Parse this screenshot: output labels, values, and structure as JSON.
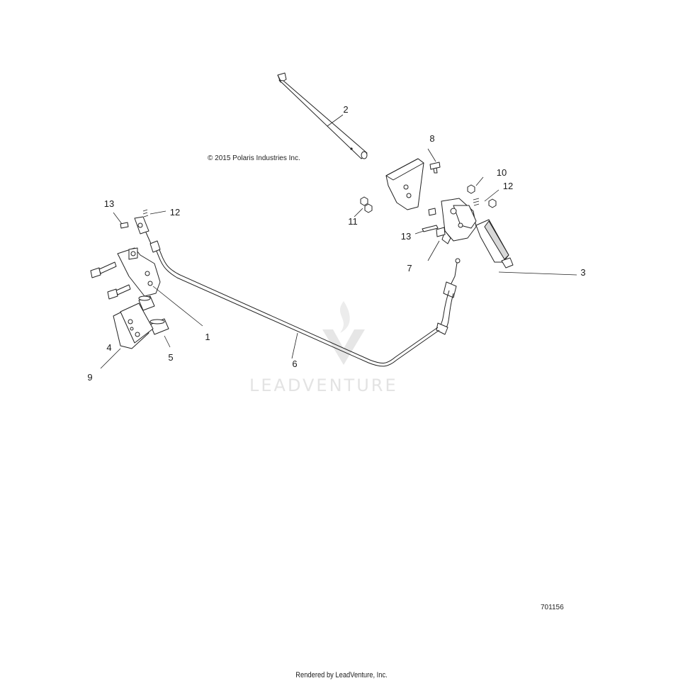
{
  "copyright": "© 2015 Polaris Industries Inc.",
  "drawing_number": "701156",
  "footer": "Rendered by LeadVenture, Inc.",
  "watermark": "LEADVENTURE",
  "callouts": {
    "c1": "1",
    "c2": "2",
    "c3": "3",
    "c4": "4",
    "c5": "5",
    "c6": "6",
    "c7": "7",
    "c8": "8",
    "c9": "9",
    "c10": "10",
    "c11": "11",
    "c12a": "12",
    "c12b": "12",
    "c13a": "13",
    "c13b": "13"
  }
}
